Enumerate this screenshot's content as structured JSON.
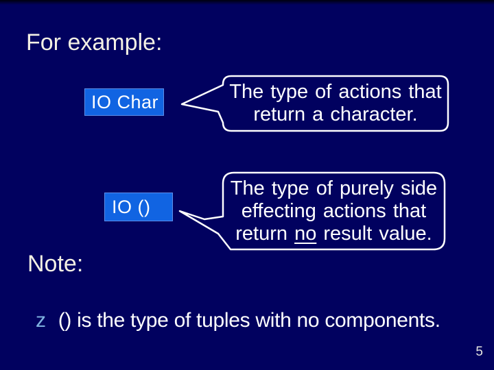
{
  "slide": {
    "title": "For example:",
    "note_label": "Note:",
    "page_number": "5",
    "type_boxes": [
      {
        "label": "IO Char"
      },
      {
        "label": "IO ()"
      }
    ],
    "callouts": [
      {
        "lines": [
          "The type of actions that",
          "return a character."
        ]
      },
      {
        "lines": [
          "The type of purely side",
          "effecting actions that"
        ],
        "line3": {
          "prefix": "return ",
          "underlined": "no",
          "suffix": " result value."
        }
      }
    ],
    "bullet": {
      "marker": "z",
      "text": "() is the type of tuples with no components."
    },
    "colors": {
      "background": "#01015f",
      "box_fill": "#1164e2",
      "box_border": "#5d8fea",
      "callout_outline": "#ffffff",
      "title_text": "#f3f0e4",
      "body_text": "#ffffff",
      "bullet_marker": "#7fb2e0",
      "page_number": "#e6e6e0"
    }
  }
}
